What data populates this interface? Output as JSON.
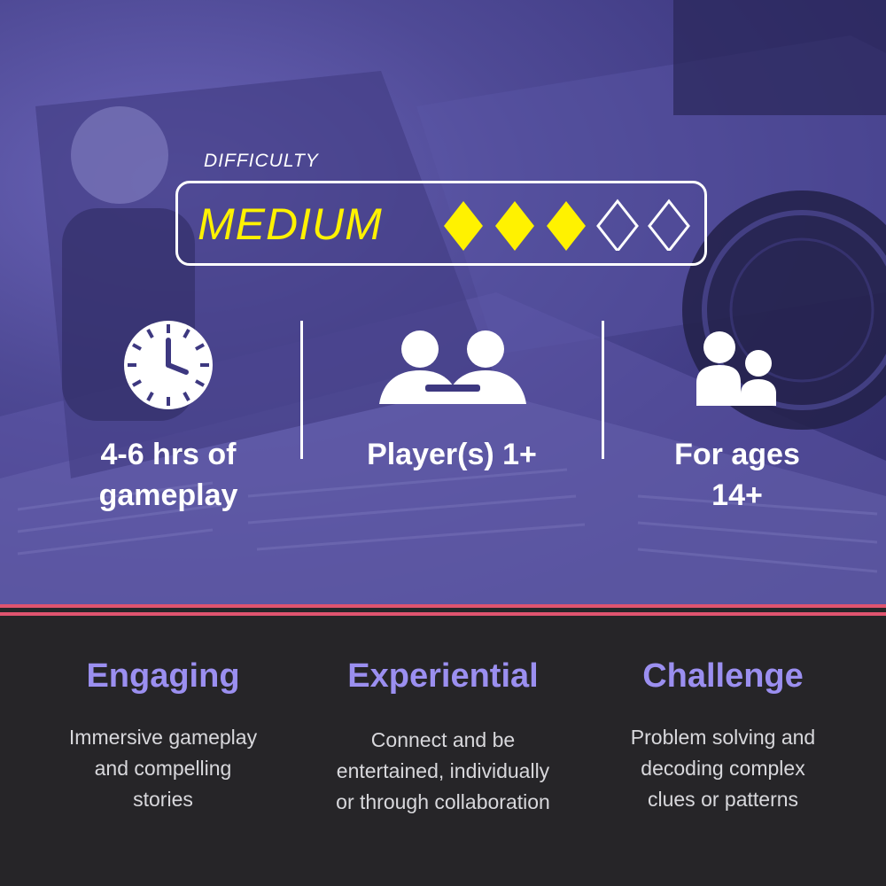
{
  "difficulty": {
    "label": "DIFFICULTY",
    "level": "MEDIUM",
    "rating": 3,
    "max_rating": 5,
    "accent_color": "#fff200"
  },
  "stats": [
    {
      "icon": "clock-icon",
      "line1": "4-6 hrs of",
      "line2": "gameplay"
    },
    {
      "icon": "two-players-icon",
      "line1": "Player(s) 1+",
      "line2": ""
    },
    {
      "icon": "adult-child-icon",
      "line1": "For ages",
      "line2": "14+"
    }
  ],
  "features": [
    {
      "title": "Engaging",
      "line1": "Immersive gameplay",
      "line2": "and compelling",
      "line3": "stories"
    },
    {
      "title": "Experiential",
      "line1": "Connect and be",
      "line2": "entertained, individually",
      "line3": "or through collaboration"
    },
    {
      "title": "Challenge",
      "line1": "Problem solving and",
      "line2": "decoding complex",
      "line3": "clues or patterns"
    }
  ],
  "colors": {
    "hero_tint": "#4f4a96",
    "stripe": "#e0546f",
    "feature_title": "#9b8ff0",
    "panel_bg": "#262528"
  }
}
